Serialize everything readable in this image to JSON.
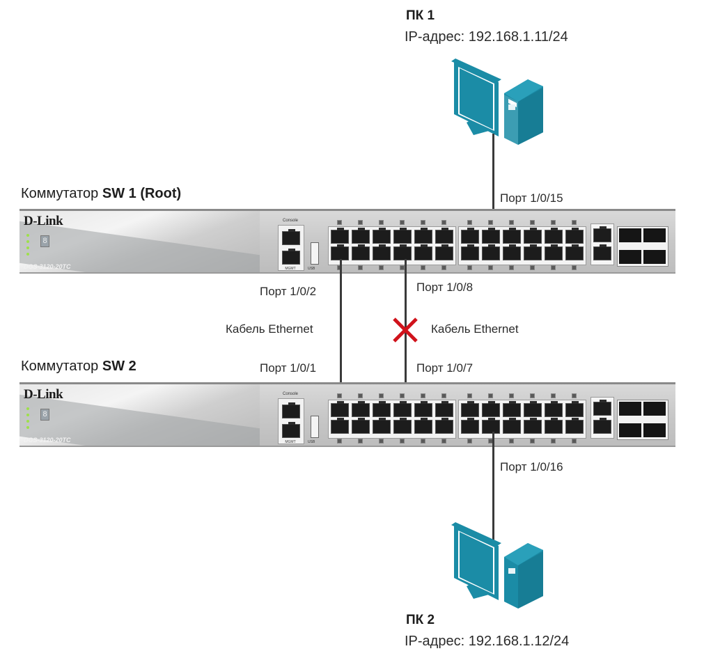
{
  "pc1": {
    "name": "ПК 1",
    "ip_label": "IP-адрес: 192.168.1.11/24"
  },
  "pc2": {
    "name": "ПК 2",
    "ip_label": "IP-адрес: 192.168.1.12/24"
  },
  "sw1": {
    "title_prefix": "Коммутатор ",
    "title_bold": "SW 1 (Root)",
    "brand": "D-Link",
    "model": "DGS-3120-20TC",
    "console": "Console",
    "mgmt": "MGMT",
    "usb": "USB"
  },
  "sw2": {
    "title_prefix": "Коммутатор ",
    "title_bold": "SW 2",
    "brand": "D-Link",
    "model": "DGS-3120-20TC",
    "console": "Console",
    "mgmt": "MGMT",
    "usb": "USB"
  },
  "links": {
    "sw1_pc1_port": "Порт 1/0/15",
    "sw1_link_a_port": "Порт 1/0/2",
    "sw1_link_b_port": "Порт 1/0/8",
    "link_a_cable": "Кабель Ethernet",
    "link_b_cable": "Кабель Ethernet",
    "sw2_link_a_port": "Порт 1/0/1",
    "sw2_link_b_port": "Порт 1/0/7",
    "sw2_pc2_port": "Порт 1/0/16",
    "link_b_state": "blocked"
  },
  "colors": {
    "pc_icon": "#1b8ca6",
    "cable": "#3a3a3a",
    "blocked_mark": "#d0121b"
  },
  "icons": {
    "pc": "desktop-computer-icon",
    "blocked": "x-mark-icon"
  }
}
